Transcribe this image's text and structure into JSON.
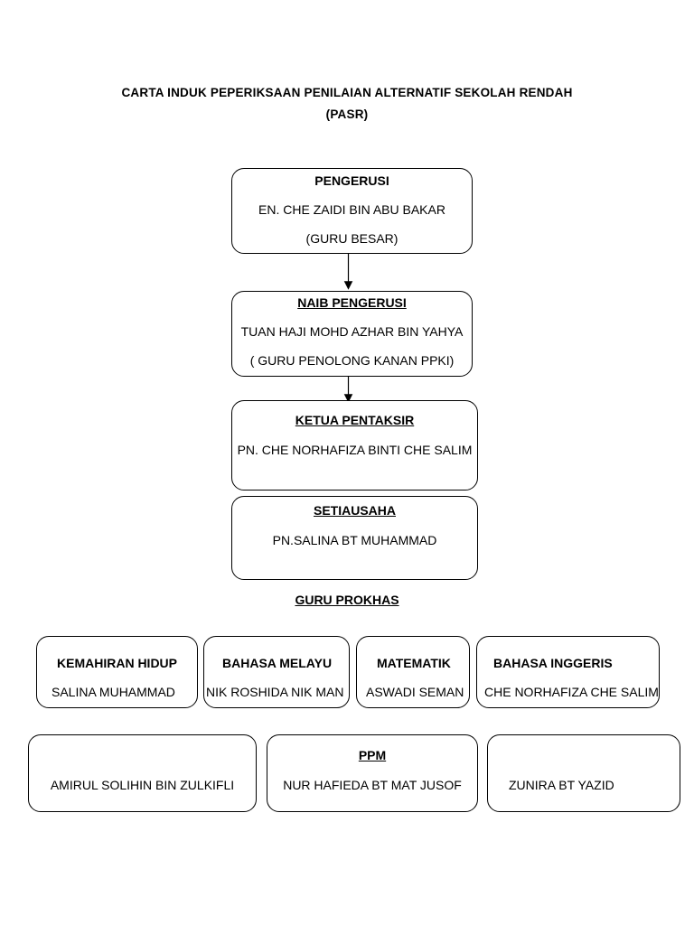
{
  "title": {
    "line1": "CARTA INDUK PEPERIKSAAN  PENILAIAN ALTERNATIF SEKOLAH RENDAH",
    "line2": "(PASR)"
  },
  "chain": {
    "chair": {
      "role": "PENGERUSI",
      "name": "EN. CHE ZAIDI BIN ABU BAKAR",
      "position": "(GURU BESAR)"
    },
    "vice": {
      "role": "NAIB PENGERUSI",
      "name": "TUAN HAJI MOHD AZHAR BIN YAHYA",
      "position": "( GURU PENOLONG KANAN PPKI)"
    },
    "head_assessor": {
      "role": "KETUA PENTAKSIR",
      "name": "PN. CHE NORHAFIZA BINTI CHE SALIM"
    },
    "secretary": {
      "role": "SETIAUSAHA",
      "name": "PN.SALINA BT MUHAMMAD"
    }
  },
  "section_heading": "GURU PROKHAS",
  "subjects": [
    {
      "subject": "KEMAHIRAN HIDUP",
      "teacher": "SALINA MUHAMMAD"
    },
    {
      "subject": "BAHASA MELAYU",
      "teacher": "NIK ROSHIDA NIK MAN"
    },
    {
      "subject": "MATEMATIK",
      "teacher": "ASWADI SEMAN"
    },
    {
      "subject": "BAHASA INGGERIS",
      "teacher": "CHE NORHAFIZA CHE SALIM"
    }
  ],
  "ppm": {
    "heading": "PPM",
    "members": [
      "AMIRUL SOLIHIN BIN ZULKIFLI",
      "NUR HAFIEDA BT MAT JUSOF",
      "ZUNIRA BT YAZID"
    ]
  }
}
